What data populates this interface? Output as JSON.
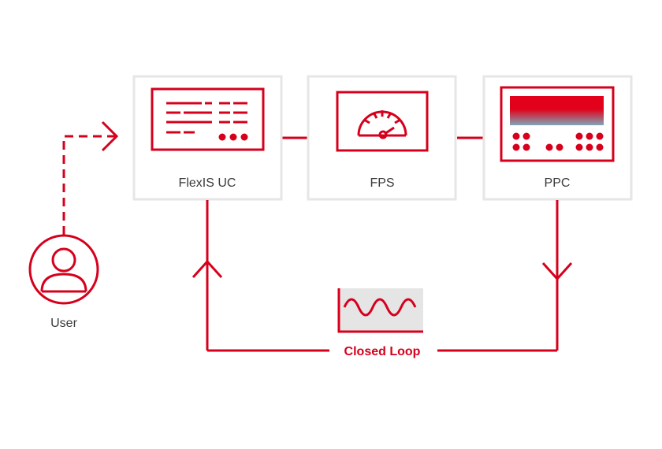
{
  "nodes": {
    "flexis": {
      "label": "FlexIS UC"
    },
    "fps": {
      "label": "FPS"
    },
    "ppc": {
      "label": "PPC"
    },
    "user": {
      "label": "User"
    }
  },
  "loop": {
    "label": "Closed Loop"
  },
  "colors": {
    "accent": "#d6001c",
    "box_border": "#e6e6e6",
    "text": "#3a3a3a",
    "waveform_bg": "#e5e5e5",
    "screen_gradient_top": "#e2001a",
    "screen_gradient_bottom": "#7fa6b8"
  },
  "icons": {
    "flexis": "console-icon",
    "fps": "gauge-icon",
    "ppc": "instrument-panel-icon",
    "user": "user-icon",
    "loop": "sine-wave-icon"
  }
}
